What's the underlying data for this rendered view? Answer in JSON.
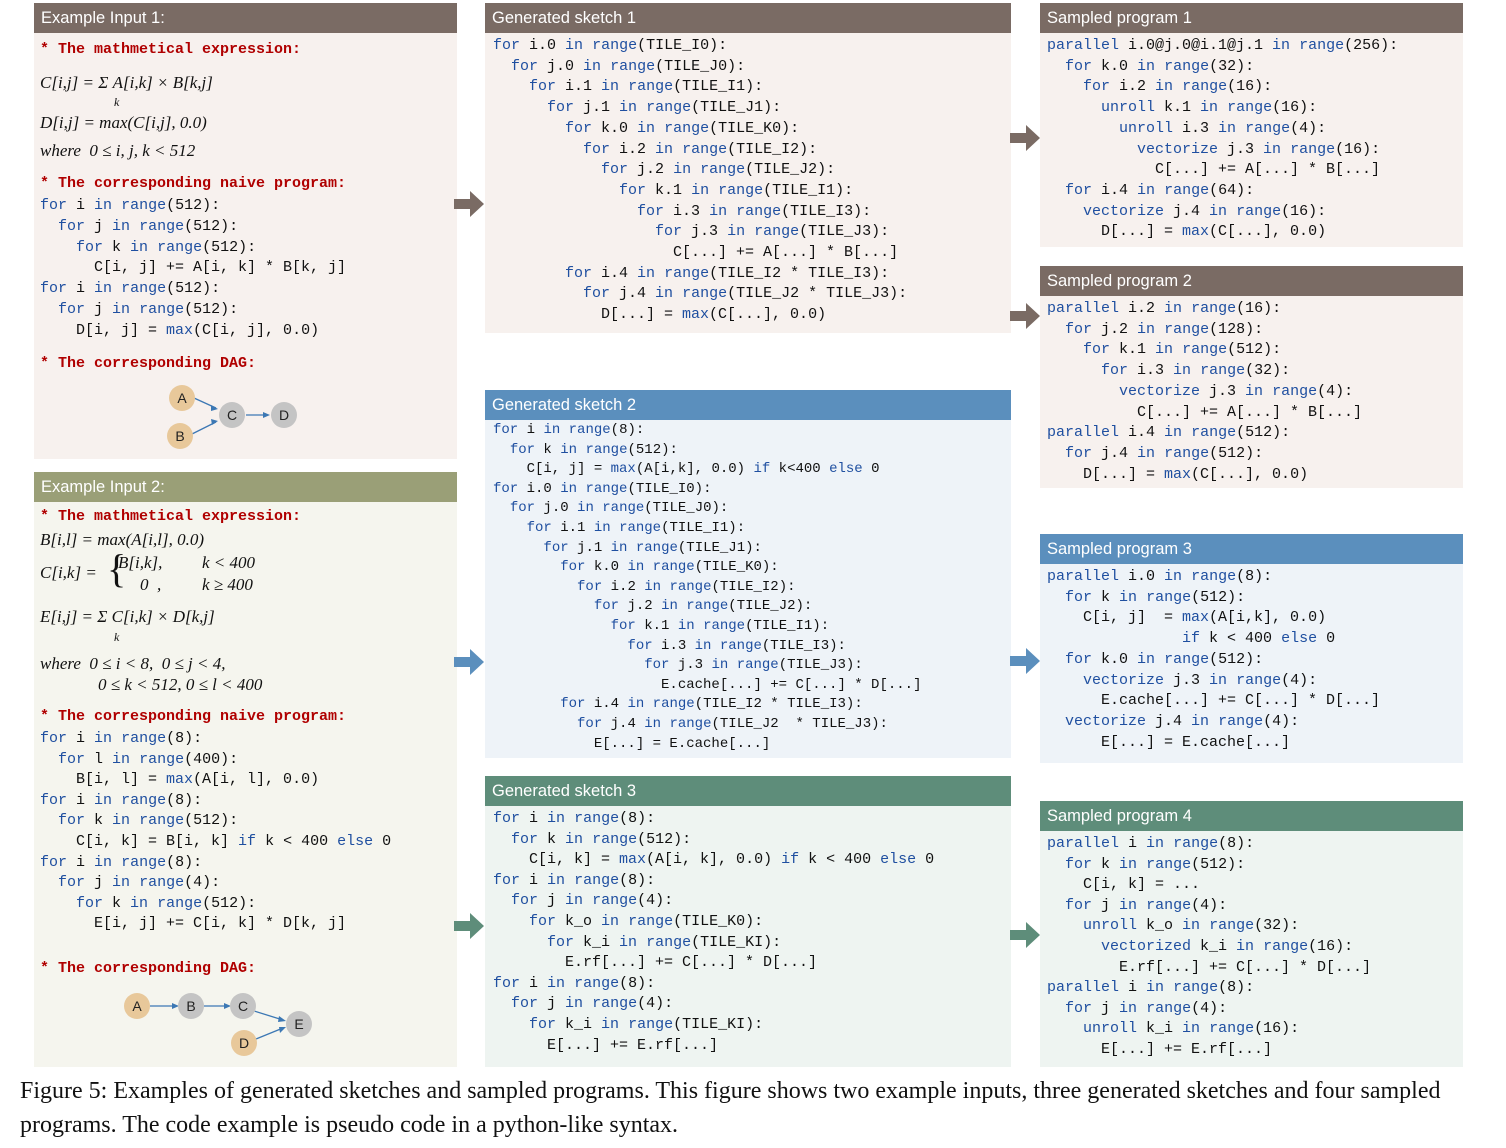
{
  "colors": {
    "header_brown": "#7a6b64",
    "header_olive": "#9a9f77",
    "header_blue": "#5b8fbd",
    "header_green": "#5e8d7a",
    "bg_brown": "#f7f1ee",
    "bg_olive": "#f5f5ee",
    "bg_blue": "#eef3f8",
    "bg_green": "#eef4f1",
    "node_orange": "#e8c89a",
    "node_gray": "#c4c4c4",
    "keyword_blue": "#1f4fa0",
    "comment_red": "#b00000"
  },
  "example1": {
    "title": "Example Input 1:",
    "comment_expr": "* The mathmetical expression:",
    "math": [
      "C[i,j] = Σ A[i,k] × B[k,j]",
      "k",
      "D[i,j] = max(C[i,j], 0.0)",
      "where  0 ≤ i, j, k < 512"
    ],
    "comment_prog": "* The corresponding naive program:",
    "code": [
      "for i in range(512):",
      "  for j in range(512):",
      "    for k in range(512):",
      "      C[i, j] += A[i, k] * B[k, j]",
      "for i in range(512):",
      "  for j in range(512):",
      "    D[i, j] = max(C[i, j], 0.0)"
    ],
    "comment_dag": "* The corresponding DAG:",
    "dag_nodes": [
      "A",
      "B",
      "C",
      "D"
    ]
  },
  "example2": {
    "title": "Example Input 2:",
    "comment_expr": "* The mathmetical expression:",
    "math": [
      "B[i,l] = max(A[i,l], 0.0)",
      "C[i,k] =",
      "B[i,k],",
      "k < 400",
      "0  ,",
      "k ≥ 400",
      "E[i,j] = Σ C[i,k] × D[k,j]",
      "k",
      "where  0 ≤ i < 8,  0 ≤ j < 4,",
      "0 ≤ k < 512, 0 ≤ l < 400"
    ],
    "comment_prog": "* The corresponding naive program:",
    "code": [
      "for i in range(8):",
      "  for l in range(400):",
      "    B[i, l] = max(A[i, l], 0.0)",
      "for i in range(8):",
      "  for k in range(512):",
      "    C[i, k] = B[i, k] if k < 400 else 0",
      "for i in range(8):",
      "  for j in range(4):",
      "    for k in range(512):",
      "      E[i, j] += C[i, k] * D[k, j]"
    ],
    "comment_dag": "* The corresponding DAG:",
    "dag_nodes": [
      "A",
      "B",
      "C",
      "D",
      "E"
    ]
  },
  "sketch1": {
    "title": "Generated sketch 1",
    "code": [
      "for i.0 in range(TILE_I0):",
      "  for j.0 in range(TILE_J0):",
      "    for i.1 in range(TILE_I1):",
      "      for j.1 in range(TILE_J1):",
      "        for k.0 in range(TILE_K0):",
      "          for i.2 in range(TILE_I2):",
      "            for j.2 in range(TILE_J2):",
      "              for k.1 in range(TILE_I1):",
      "                for i.3 in range(TILE_I3):",
      "                  for j.3 in range(TILE_J3):",
      "                    C[...] += A[...] * B[...]",
      "        for i.4 in range(TILE_I2 * TILE_I3):",
      "          for j.4 in range(TILE_J2 * TILE_J3):",
      "            D[...] = max(C[...], 0.0)"
    ]
  },
  "sketch2": {
    "title": "Generated sketch 2",
    "code": [
      "for i in range(8):",
      "  for k in range(512):",
      "    C[i, j] = max(A[i,k], 0.0) if k<400 else 0",
      "for i.0 in range(TILE_I0):",
      "  for j.0 in range(TILE_J0):",
      "    for i.1 in range(TILE_I1):",
      "      for j.1 in range(TILE_J1):",
      "        for k.0 in range(TILE_K0):",
      "          for i.2 in range(TILE_I2):",
      "            for j.2 in range(TILE_J2):",
      "              for k.1 in range(TILE_I1):",
      "                for i.3 in range(TILE_I3):",
      "                  for j.3 in range(TILE_J3):",
      "                    E.cache[...] += C[...] * D[...]",
      "        for i.4 in range(TILE_I2 * TILE_I3):",
      "          for j.4 in range(TILE_J2  * TILE_J3):",
      "            E[...] = E.cache[...]"
    ]
  },
  "sketch3": {
    "title": "Generated sketch 3",
    "code": [
      "for i in range(8):",
      "  for k in range(512):",
      "    C[i, k] = max(A[i, k], 0.0) if k < 400 else 0",
      "for i in range(8):",
      "  for j in range(4):",
      "    for k_o in range(TILE_K0):",
      "      for k_i in range(TILE_KI):",
      "        E.rf[...] += C[...] * D[...]",
      "for i in range(8):",
      "  for j in range(4):",
      "    for k_i in range(TILE_KI):",
      "      E[...] += E.rf[...]"
    ]
  },
  "program1": {
    "title": "Sampled program 1",
    "code": [
      "parallel i.0@j.0@i.1@j.1 in range(256):",
      "  for k.0 in range(32):",
      "    for i.2 in range(16):",
      "      unroll k.1 in range(16):",
      "        unroll i.3 in range(4):",
      "          vectorize j.3 in range(16):",
      "            C[...] += A[...] * B[...]",
      "  for i.4 in range(64):",
      "    vectorize j.4 in range(16):",
      "      D[...] = max(C[...], 0.0)"
    ]
  },
  "program2": {
    "title": "Sampled program 2",
    "code": [
      "parallel i.2 in range(16):",
      "  for j.2 in range(128):",
      "    for k.1 in range(512):",
      "      for i.3 in range(32):",
      "        vectorize j.3 in range(4):",
      "          C[...] += A[...] * B[...]",
      "parallel i.4 in range(512):",
      "  for j.4 in range(512):",
      "    D[...] = max(C[...], 0.0)"
    ]
  },
  "program3": {
    "title": "Sampled program 3",
    "code": [
      "parallel i.0 in range(8):",
      "  for k in range(512):",
      "    C[i, j]  = max(A[i,k], 0.0)",
      "               if k < 400 else 0",
      "  for k.0 in range(512):",
      "    vectorize j.3 in range(4):",
      "      E.cache[...] += C[...] * D[...]",
      "  vectorize j.4 in range(4):",
      "      E[...] = E.cache[...]"
    ]
  },
  "program4": {
    "title": "Sampled  program 4",
    "code": [
      "parallel i in range(8):",
      "  for k in range(512):",
      "    C[i, k] = ...",
      "  for j in range(4):",
      "    unroll k_o in range(32):",
      "      vectorized k_i in range(16):",
      "        E.rf[...] += C[...] * D[...]",
      "parallel i in range(8):",
      "  for j in range(4):",
      "    unroll k_i in range(16):",
      "      E[...] += E.rf[...]"
    ]
  },
  "caption": "Figure 5: Examples of generated sketches and sampled programs. This figure shows two example inputs, three generated sketches and four sampled programs. The code example is pseudo code in a python-like syntax."
}
